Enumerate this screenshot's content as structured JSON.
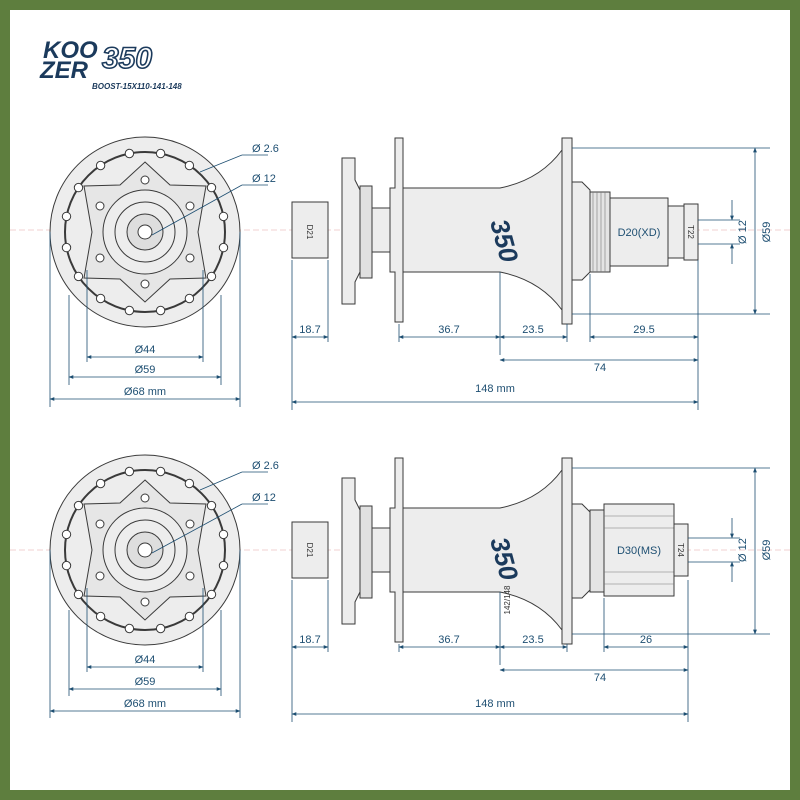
{
  "logo": {
    "line1": "KOO",
    "line2": "ZER",
    "mark": "350",
    "subtitle": "BOOST-15X110-141-148"
  },
  "colors": {
    "dimension": "#1e4f72",
    "logo": "#1b3a5c",
    "hub_fill": "#ededed",
    "hub_stroke": "#3a3a3a",
    "border": "#5e7e3e"
  },
  "hub1": {
    "front": {
      "hole_dia": "Ø 2.6",
      "center_dia": "Ø 12",
      "d44": "Ø44",
      "d59": "Ø59",
      "d68": "Ø68 mm"
    },
    "side": {
      "cap_left": "D21",
      "driver": "D20(XD)",
      "cap_right": "T22",
      "dim_left": "18.7",
      "dim_flange": "36.7",
      "dim_center": "23.5",
      "dim_driver": "29.5",
      "dim_74": "74",
      "dim_148": "148 mm",
      "right_12": "Ø 12",
      "right_59": "Ø59"
    }
  },
  "hub2": {
    "front": {
      "hole_dia": "Ø 2.6",
      "center_dia": "Ø 12",
      "d44": "Ø44",
      "d59": "Ø59",
      "d68": "Ø68 mm"
    },
    "side": {
      "cap_left": "D21",
      "driver": "D30(MS)",
      "cap_right": "T24",
      "bore_label": "142/148",
      "dim_left": "18.7",
      "dim_flange": "36.7",
      "dim_center": "23.5",
      "dim_driver": "26",
      "dim_74": "74",
      "dim_148": "148 mm",
      "right_12": "Ø 12",
      "right_59": "Ø59"
    }
  }
}
